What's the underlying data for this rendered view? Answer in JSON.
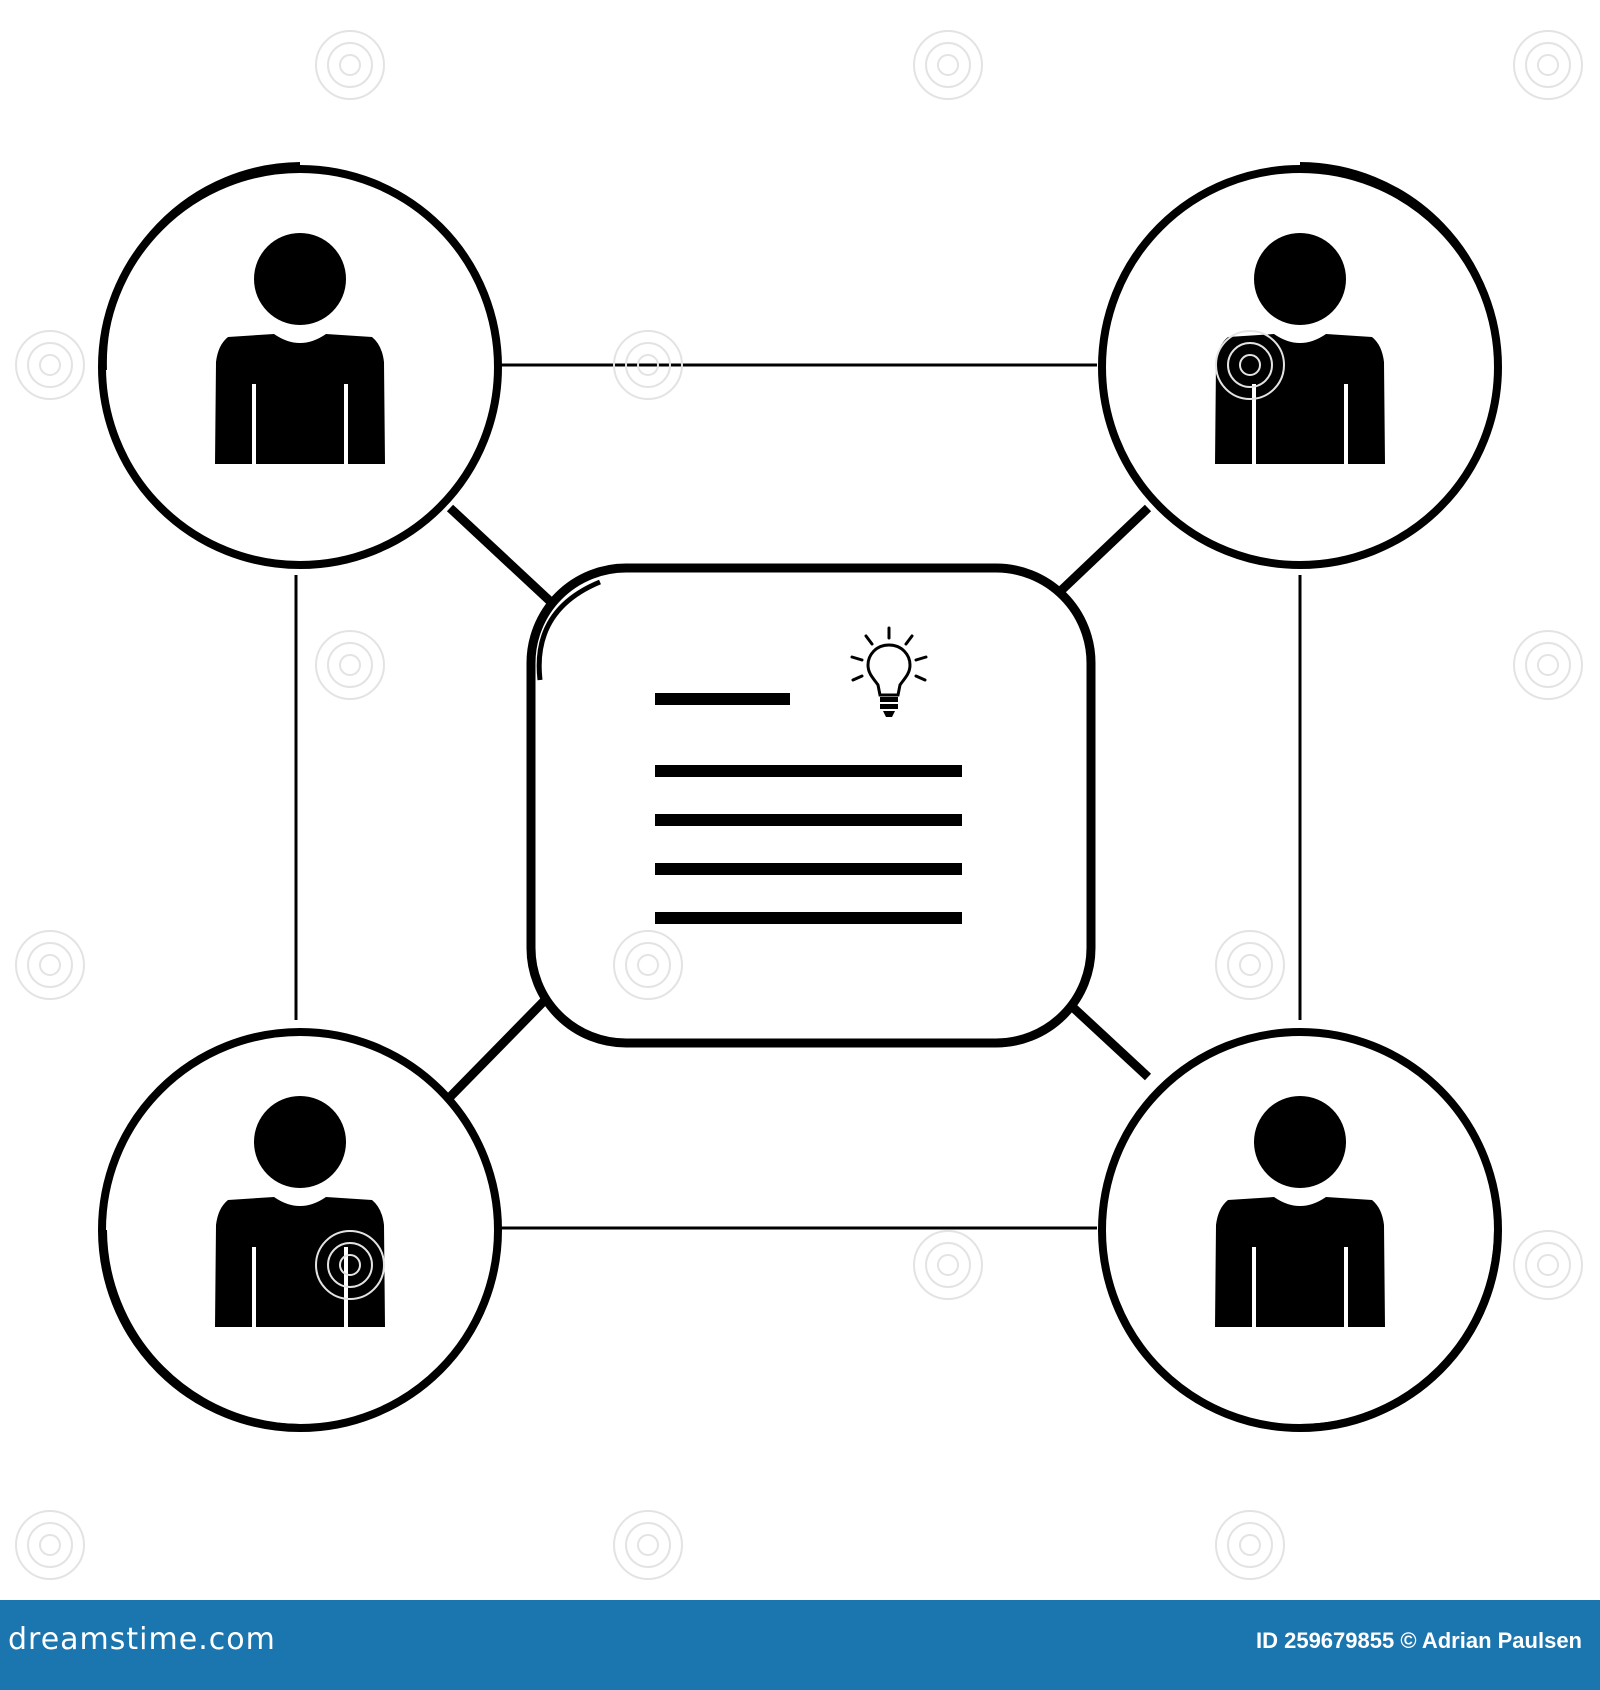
{
  "diagram": {
    "nodes": [
      {
        "id": "person-top-left",
        "kind": "person",
        "icon": "person-icon"
      },
      {
        "id": "person-top-right",
        "kind": "person",
        "icon": "person-icon"
      },
      {
        "id": "person-bottom-left",
        "kind": "person",
        "icon": "person-icon"
      },
      {
        "id": "person-bottom-right",
        "kind": "person",
        "icon": "person-icon"
      },
      {
        "id": "idea-document",
        "kind": "document",
        "icon": "lightbulb-icon"
      }
    ],
    "edges": [
      [
        "person-top-left",
        "person-top-right"
      ],
      [
        "person-bottom-left",
        "person-bottom-right"
      ],
      [
        "person-top-left",
        "person-bottom-left"
      ],
      [
        "person-top-right",
        "person-bottom-right"
      ],
      [
        "person-top-left",
        "idea-document"
      ],
      [
        "person-top-right",
        "idea-document"
      ],
      [
        "person-bottom-left",
        "idea-document"
      ],
      [
        "person-bottom-right",
        "idea-document"
      ]
    ],
    "colors": {
      "stroke": "#000000",
      "background": "#ffffff"
    }
  },
  "watermark": {
    "text": "dreamstime"
  },
  "footer": {
    "site": "dreamstime.com",
    "credit": "ID 259679855 © Adrian Paulsen",
    "color": "#1b75ae"
  }
}
